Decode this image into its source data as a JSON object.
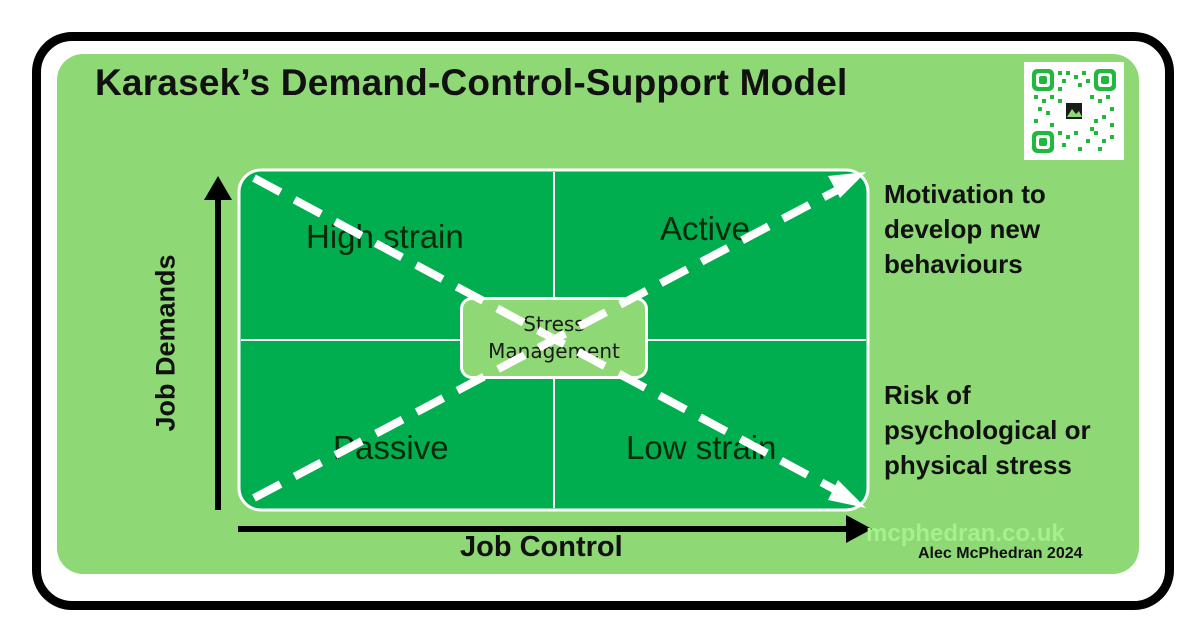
{
  "title": "Karasek’s Demand-Control-Support Model",
  "quadrants": {
    "top_left": "High strain",
    "top_right": "Active",
    "bottom_left": "Passive",
    "bottom_right": "Low strain"
  },
  "center_box": "Stress Management",
  "axes": {
    "y_label": "Job Demands",
    "x_label": "Job Control"
  },
  "outcomes": {
    "upper": "Motivation to develop new behaviours",
    "lower": "Risk of psychological or physical stress"
  },
  "website": "mcphedran.co.uk",
  "credit": "Alec McPhedran 2024",
  "colors": {
    "frame": "#000000",
    "panel": "#8fd876",
    "grid_green": "#00ad4f",
    "dashed_lines": "#ffffff",
    "qr_green": "#22b83e"
  },
  "icons": {
    "qr": "qr-code-icon"
  }
}
